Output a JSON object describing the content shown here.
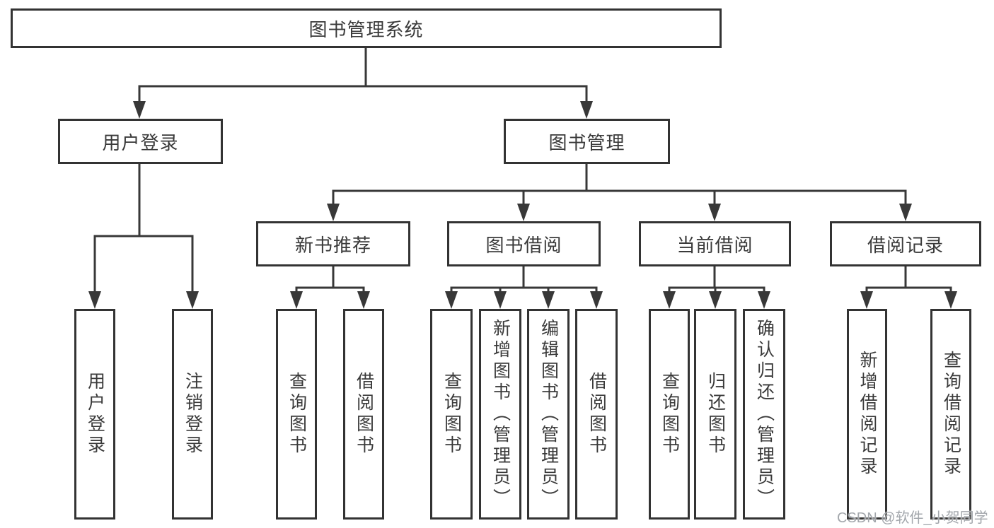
{
  "diagram": {
    "root": {
      "label": "图书管理系统"
    },
    "level2": [
      {
        "label": "用户登录"
      },
      {
        "label": "图书管理"
      }
    ],
    "level3": [
      {
        "label": "新书推荐"
      },
      {
        "label": "图书借阅"
      },
      {
        "label": "当前借阅"
      },
      {
        "label": "借阅记录"
      }
    ],
    "leaves": [
      {
        "label": "用户登录"
      },
      {
        "label": "注销登录"
      },
      {
        "label": "查询图书"
      },
      {
        "label": "借阅图书"
      },
      {
        "label": "查询图书"
      },
      {
        "label": "新增图书（管理员）"
      },
      {
        "label": "编辑图书（管理员）"
      },
      {
        "label": "借阅图书"
      },
      {
        "label": "查询图书"
      },
      {
        "label": "归还图书"
      },
      {
        "label": "确认归还（管理员）"
      },
      {
        "label": "新增借阅记录"
      },
      {
        "label": "查询借阅记录"
      }
    ],
    "watermark": "CSDN @软件_小贺同学",
    "colors": {
      "line": "#383838",
      "border": "#333333",
      "text": "#3a3a3a",
      "watermark": "#a3a7ac",
      "background": "#ffffff"
    }
  }
}
